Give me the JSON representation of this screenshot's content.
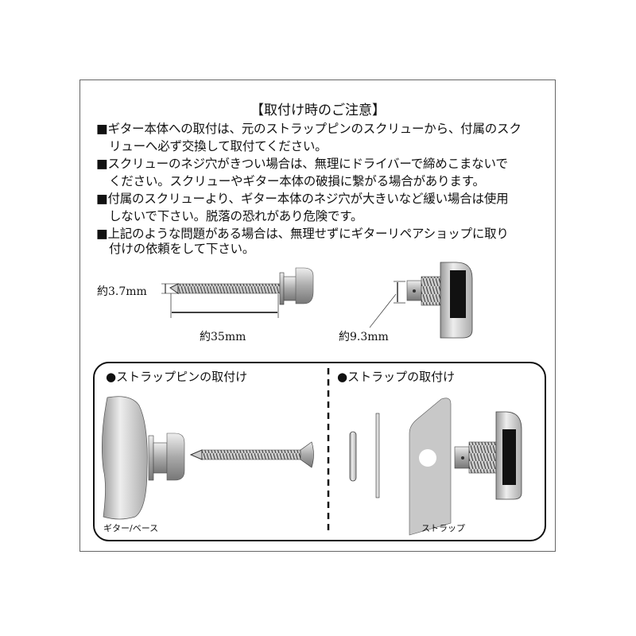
{
  "title": "【取付け時のご注意】",
  "notes": [
    {
      "line1": "■ギター本体への取付は、元のストラップピンのスクリューから、付属のスク",
      "line2": "リューへ必ず交換して取付てください。"
    },
    {
      "line1": "■スクリューのネジ穴がきつい場合は、無理にドライバーで締めこまないで",
      "line2": "ください。スクリューやギター本体の破損に繋がる場合があります。"
    },
    {
      "line1": "■付属のスクリューより、ギター本体のネジ穴が大きいなど緩い場合は使用",
      "line2": "しないで下さい。脱落の恐れがあり危険です。"
    },
    {
      "line1": "■上記のような問題がある場合は、無理せずにギターリペアショップに取り",
      "line2": "付けの依頼をして下さい。"
    }
  ],
  "dimensions": {
    "screw_diameter": "約3.7mm",
    "screw_length": "約35mm",
    "lock_diameter": "約9.3mm"
  },
  "sections": {
    "left_title": "●ストラップピンの取付け",
    "right_title": "●ストラップの取付け",
    "guitar_label": "ギター/ベース",
    "strap_label": "ストラップ"
  }
}
